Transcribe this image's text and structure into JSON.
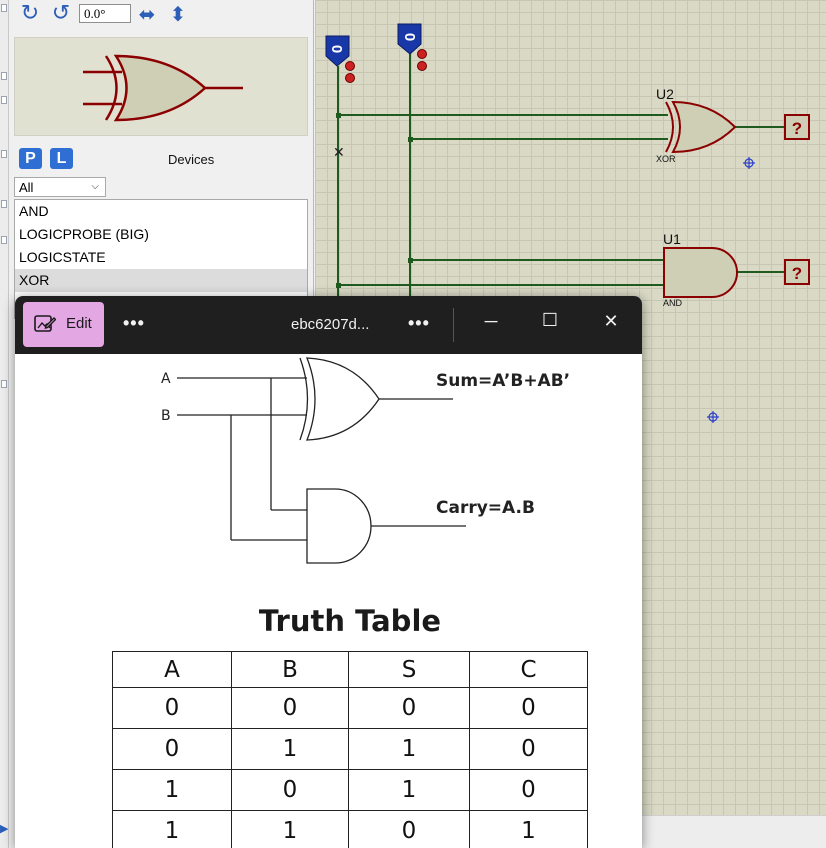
{
  "toolbar": {
    "rotate_cw_icon": "rotate-cw-icon",
    "rotate_ccw_icon": "rotate-ccw-icon",
    "angle_value": "0.0°",
    "flip_horizontal_icon": "flip-horizontal-icon",
    "flip_vertical_icon": "flip-vertical-icon"
  },
  "device_panel": {
    "pick_button": "P",
    "library_button": "L",
    "title": "Devices",
    "filter_value": "All",
    "devices": [
      "AND",
      "LOGICPROBE (BIG)",
      "LOGICSTATE",
      "XOR"
    ],
    "selected_device": "XOR"
  },
  "schematic": {
    "logicstate_a_value": "0",
    "logicstate_b_value": "0",
    "gate_u2": {
      "ref": "U2",
      "type": "XOR"
    },
    "gate_u1": {
      "ref": "U1",
      "type": "AND"
    },
    "probe_sum_value": "?",
    "probe_carry_value": "?",
    "colors": {
      "wire": "#1f5a1f",
      "component_outline": "#8b0000",
      "component_fill": "#cfcfb5",
      "logicstate_fill": "#1838a8"
    }
  },
  "photo_window": {
    "edit_label": "Edit",
    "more_options_icon": "more-horizontal-icon",
    "file_title": "ebc6207d...",
    "minimize_icon": "minimize-icon",
    "maximize_icon": "maximize-icon",
    "close_icon": "close-icon",
    "accent": "#e3a8e4"
  },
  "half_adder_image": {
    "input_a": "A",
    "input_b": "B",
    "sum_label": "Sum=A’B+AB’",
    "carry_label": "Carry=A.B",
    "truth_table_title": "Truth Table",
    "columns": [
      "A",
      "B",
      "S",
      "C"
    ],
    "rows": [
      [
        "0",
        "0",
        "0",
        "0"
      ],
      [
        "0",
        "1",
        "1",
        "0"
      ],
      [
        "1",
        "0",
        "1",
        "0"
      ],
      [
        "1",
        "1",
        "0",
        "1"
      ]
    ]
  }
}
